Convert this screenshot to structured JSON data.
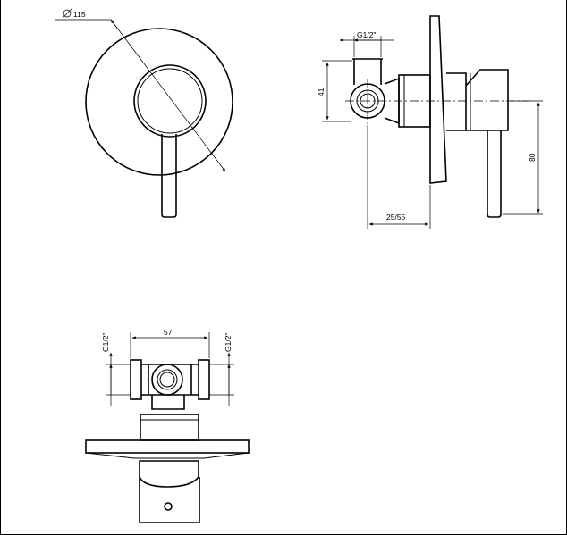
{
  "dimensions": {
    "plate_diameter": "115",
    "inlet_thread_side": "G1/2\"",
    "inlet_height": "41",
    "lever_height": "80",
    "projection_depth": "25/55",
    "inlet_spacing": "57",
    "thread_left": "G1/2\"",
    "thread_right": "G1/2\""
  },
  "symbols": {
    "diameter": "Ø"
  }
}
